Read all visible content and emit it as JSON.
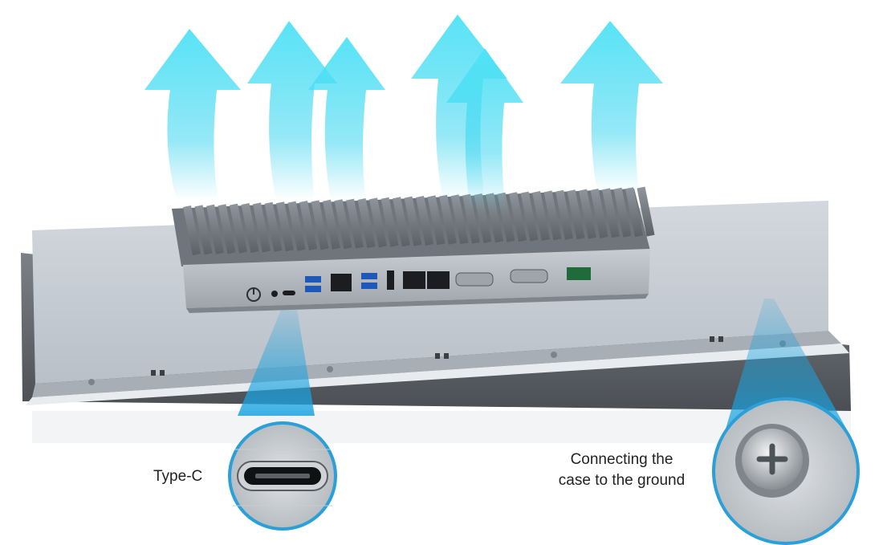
{
  "callouts": {
    "typec": {
      "label": "Type-C"
    },
    "ground": {
      "line1": "Connecting the",
      "line2": "case to the ground"
    }
  },
  "colors": {
    "airflow": "#3fd6f0",
    "callout": "#2a9fd8",
    "panel": "#c6ccd3",
    "chassis": "#9aa0a6"
  },
  "icons": [
    "airflow-arrow-icon",
    "power-button-icon",
    "usb-port-icon",
    "ethernet-port-icon",
    "serial-port-icon",
    "ground-screw-icon"
  ]
}
